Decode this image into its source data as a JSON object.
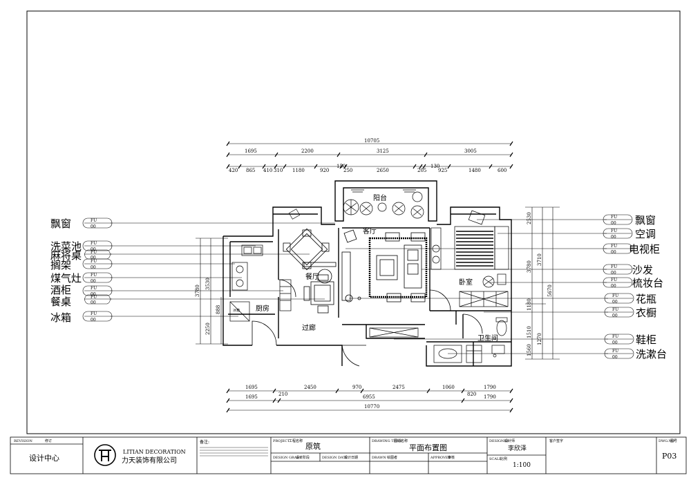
{
  "left_labels": [
    "飘窗",
    "洗菜池",
    "麻将桌",
    "搁架",
    "煤气灶",
    "酒柜",
    "餐桌",
    "冰箱"
  ],
  "right_labels": [
    "飘窗",
    "空调",
    "电视柜",
    "沙发",
    "梳妆台",
    "花瓶",
    "衣橱",
    "鞋柜",
    "洗漱台"
  ],
  "fu_tag": "FU",
  "fu_num": "00",
  "rooms": {
    "balcony": "阳台",
    "living": "客厅",
    "dining": "餐厅",
    "kitchen": "厨房",
    "bedroom": "卧室",
    "hall": "过廊",
    "bath": "卫生间",
    "fridge": "冰箱"
  },
  "dims_top": {
    "total": "10705",
    "row2": [
      "1695",
      "2200",
      "3125",
      "3005"
    ],
    "row3": [
      "420",
      "865",
      "410",
      "310",
      "1180",
      "920",
      "150",
      "250",
      "2650",
      "205",
      "130",
      "925",
      "1480",
      "600"
    ]
  },
  "dims_bottom": {
    "row1": [
      "1695",
      "2450",
      "970",
      "2475",
      "1060",
      "1790"
    ],
    "row2": [
      "1695",
      "210",
      "6955",
      "820",
      "1790"
    ],
    "total": "10770"
  },
  "dims_left": [
    "3780",
    "3530",
    "888",
    "2250"
  ],
  "dims_right": [
    "3780",
    "3710",
    "5670",
    "1180",
    "1510",
    "1270",
    "1560",
    "2530"
  ],
  "title_block": {
    "revision_tag": "REVISION",
    "revision_val": "修订",
    "dept": "设计中心",
    "company_en": "LITIAN  DECORATION",
    "company_cn": "力天装饰有限公司",
    "notes_label": "备注:",
    "project_tag": "PROJECT",
    "project_sub": "工程名称",
    "project": "原筑",
    "grade_tag": "DESIGN GRADE",
    "grade_sub": "设计阶段",
    "date_tag": "DESIGN DATE",
    "date_sub": "设计日期",
    "drawing_tag": "DRAWING TITLE",
    "drawing_sub": "图纸名称",
    "drawing_title": "平面布置图",
    "drawn_tag": "DRAWN",
    "drawn_sub": "绘图者",
    "approved_tag": "APPROVED",
    "approved_sub": "审核",
    "designer_tag": "DESIGNER",
    "designer_sub": "设计师",
    "designer": "李欣泽",
    "scale_tag": "SCALE",
    "scale_sub": "比例",
    "scale": "1:100",
    "client_tag": "客户签字",
    "dwg_tag": "DWG.NO",
    "dwg_sub": "图号",
    "dwg_no": "P03"
  }
}
